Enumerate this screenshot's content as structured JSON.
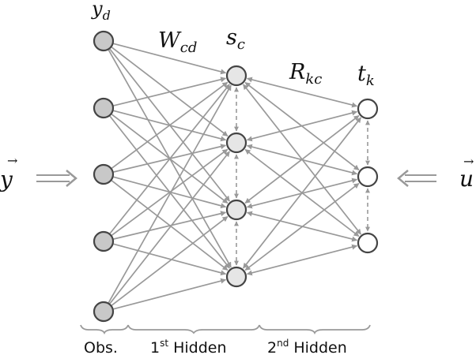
{
  "labels": {
    "y_d": {
      "base": "y",
      "sub": "d"
    },
    "W_cd": {
      "base": "W",
      "sub": "cd"
    },
    "s_c": {
      "base": "s",
      "sub": "c"
    },
    "R_kc": {
      "base": "R",
      "sub": "kc"
    },
    "t_k": {
      "base": "t",
      "sub": "k"
    },
    "y_vec": "y",
    "u_vec": "u",
    "vec_mark": "→"
  },
  "brackets": {
    "obs": "Obs.",
    "hidden1": {
      "prefix": "1",
      "sup": "st",
      "suffix": " Hidden"
    },
    "hidden2": {
      "prefix": "2",
      "sup": "nd",
      "suffix": " Hidden"
    }
  },
  "layers": {
    "observed_count": 5,
    "hidden1_count": 4,
    "hidden2_count": 3
  },
  "colors": {
    "edge": "#999999",
    "observed_fill": "#c8c8c8",
    "hidden1_fill": "#e6e6e6",
    "hidden2_fill": "#ffffff",
    "node_stroke": "#444444"
  }
}
